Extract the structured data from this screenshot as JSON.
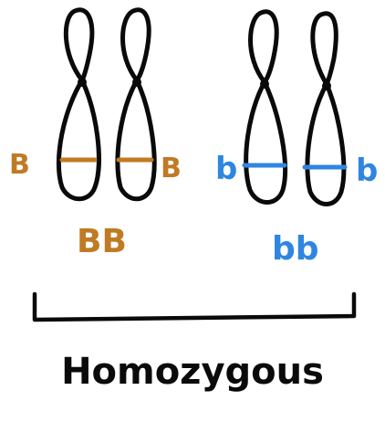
{
  "colors": {
    "dominant": "#c17a24",
    "recessive": "#2f86e0",
    "ink": "#0a0a0a"
  },
  "pairs": [
    {
      "allele_left": "B",
      "allele_right": "B",
      "genotype": "BB",
      "color_key": "dominant"
    },
    {
      "allele_left": "b",
      "allele_right": "b",
      "genotype": "bb",
      "color_key": "recessive"
    }
  ],
  "caption": "Homozygous"
}
